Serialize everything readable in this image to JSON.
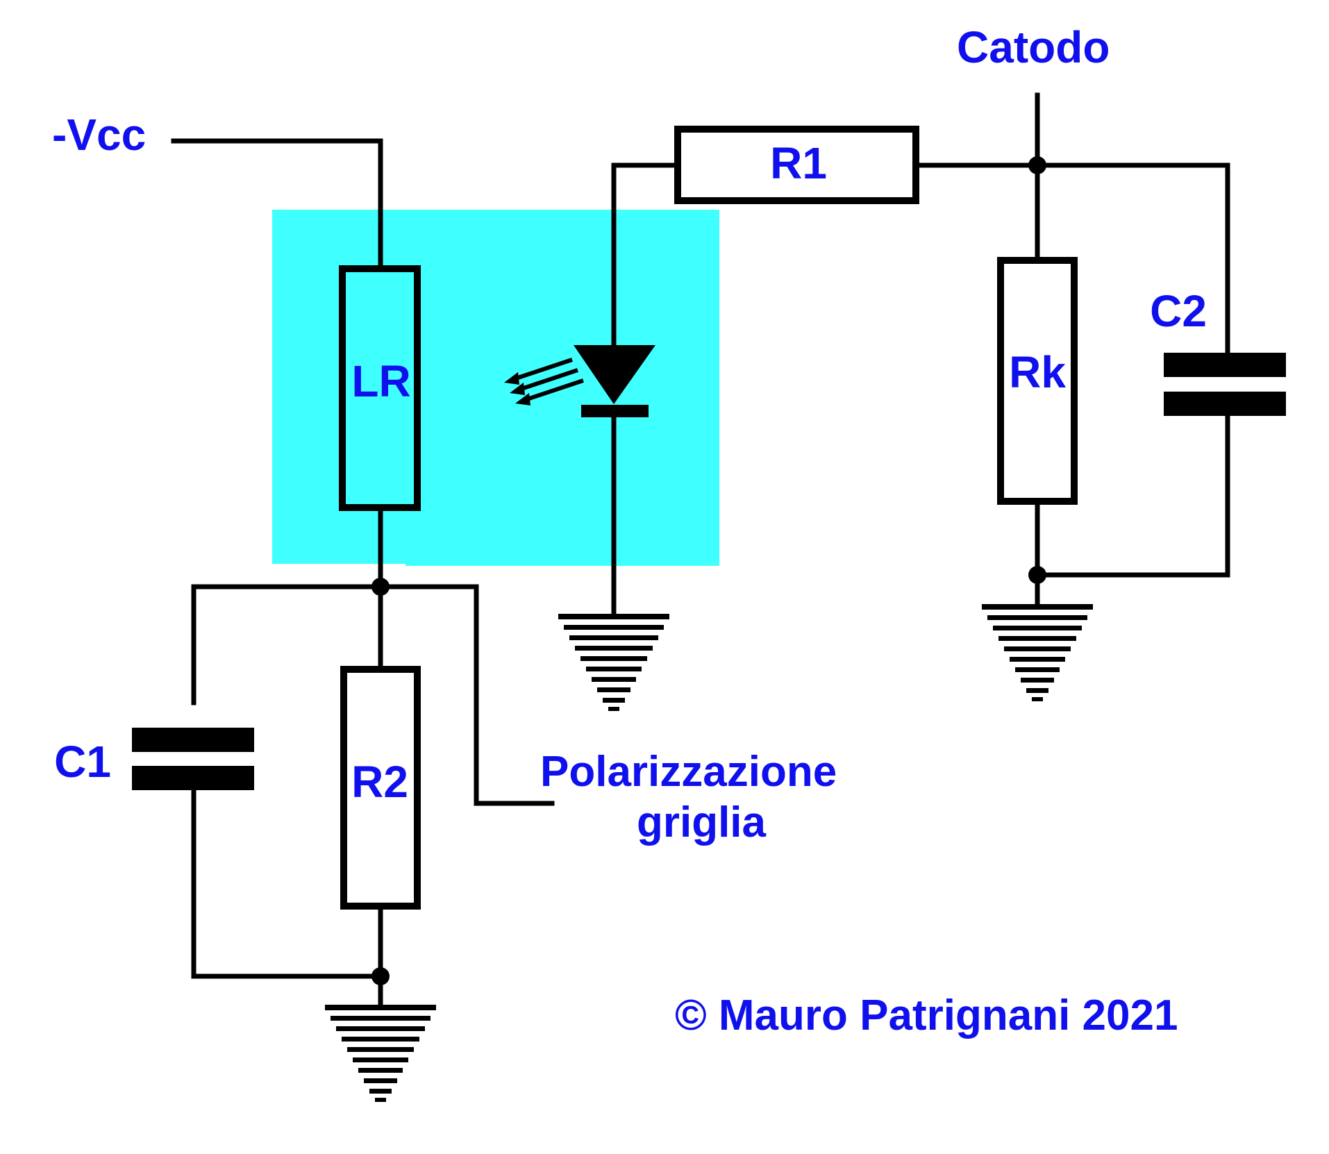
{
  "colors": {
    "background": "#ffffff",
    "highlight": "#40FFFF",
    "label": "#1010EE",
    "line": "#000000"
  },
  "labels": {
    "vcc": "-Vcc",
    "catodo": "Catodo",
    "r1": "R1",
    "lr": "LR",
    "rk": "Rk",
    "c2": "C2",
    "c1": "C1",
    "r2": "R2",
    "grid_bias_line1": "Polarizzazione",
    "grid_bias_line2": "griglia",
    "copyright": "© Mauro Patrignani 2021"
  },
  "icons": {
    "ground": "ground-icon",
    "led": "led-diode-icon",
    "light_rays": "light-emission-arrows-icon",
    "capacitor": "capacitor-icon",
    "resistor": "resistor-icon",
    "junction": "junction-dot-icon"
  }
}
